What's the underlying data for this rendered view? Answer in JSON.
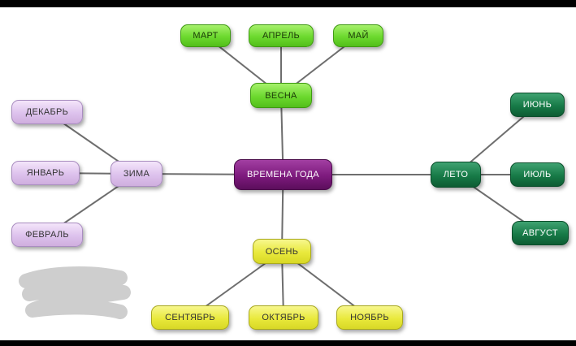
{
  "nodes": {
    "center": "ВРЕМЕНА ГОДА",
    "vesna": "ВЕСНА",
    "zima": "ЗИМА",
    "leto": "ЛЕТО",
    "osen": "ОСЕНЬ",
    "mart": "МАРТ",
    "aprel": "АПРЕЛЬ",
    "may": "МАЙ",
    "dekabr": "ДЕКАБРЬ",
    "yanvar": "ЯНВАРЬ",
    "fevral": "ФЕВРАЛЬ",
    "iyun": "ИЮНЬ",
    "iyul": "ИЮЛЬ",
    "avgust": "АВГУСТ",
    "sentyabr": "СЕНТЯБРЬ",
    "oktyabr": "ОКТЯБРЬ",
    "noyabr": "НОЯБРЬ"
  },
  "edges": [
    [
      "center",
      "vesna"
    ],
    [
      "center",
      "zima"
    ],
    [
      "center",
      "leto"
    ],
    [
      "center",
      "osen"
    ],
    [
      "vesna",
      "mart"
    ],
    [
      "vesna",
      "aprel"
    ],
    [
      "vesna",
      "may"
    ],
    [
      "zima",
      "dekabr"
    ],
    [
      "zima",
      "yanvar"
    ],
    [
      "zima",
      "fevral"
    ],
    [
      "leto",
      "iyun"
    ],
    [
      "leto",
      "iyul"
    ],
    [
      "leto",
      "avgust"
    ],
    [
      "osen",
      "sentyabr"
    ],
    [
      "osen",
      "oktyabr"
    ],
    [
      "osen",
      "noyabr"
    ]
  ],
  "colors": {
    "spring": "#6cd92e",
    "winter": "#ddc2ed",
    "summer": "#177a47",
    "autumn": "#e9e93c",
    "center": "#7d1a7d",
    "line": "#6e6e6e",
    "smudge": "#c9c9c9"
  }
}
